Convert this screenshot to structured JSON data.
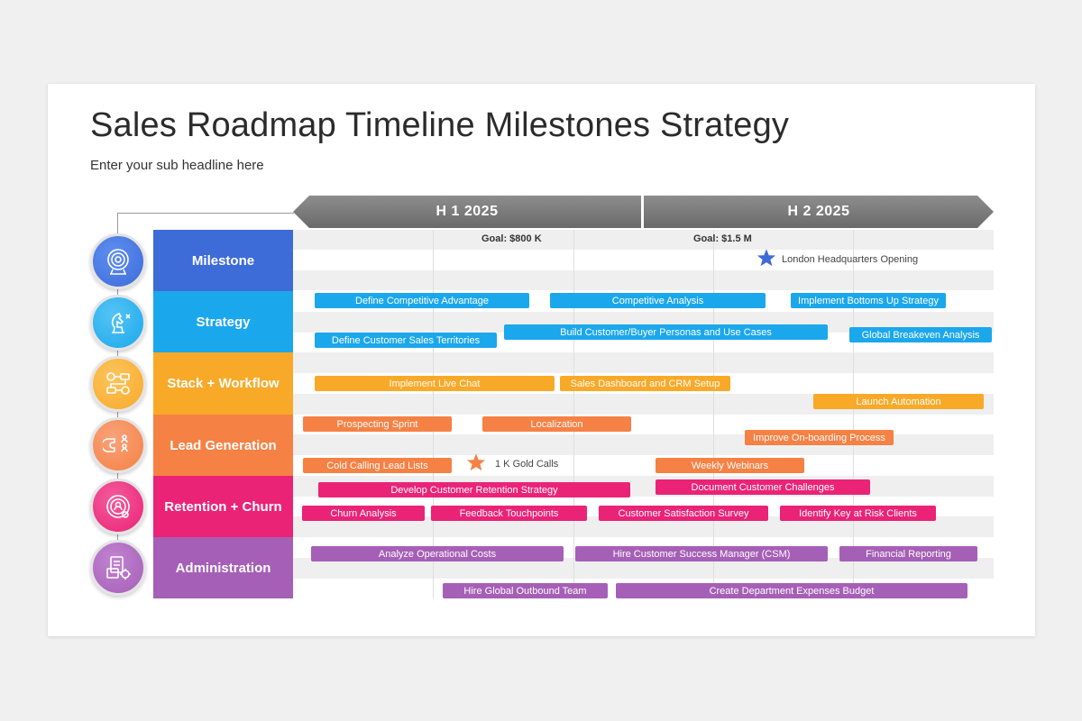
{
  "title": "Sales Roadmap Timeline Milestones Strategy",
  "subtitle": "Enter your sub headline here",
  "phases": [
    "H 1 2025",
    "H 2 2025"
  ],
  "goals": [
    "Goal: $800 K",
    "Goal: $1.5 M"
  ],
  "colors": {
    "milestone": "#3d6bd8",
    "strategy": "#1ba7ec",
    "stack": "#f9a928",
    "lead": "#f58144",
    "retention": "#ea2377",
    "admin": "#a65fb7"
  },
  "categories": [
    {
      "label": "Milestone",
      "icon": "target-icon"
    },
    {
      "label": "Strategy",
      "icon": "chess-knight-icon"
    },
    {
      "label": "Stack + Workflow",
      "icon": "workflow-icon"
    },
    {
      "label": "Lead Generation",
      "icon": "magnet-icon"
    },
    {
      "label": "Retention + Churn",
      "icon": "user-retention-icon"
    },
    {
      "label": "Administration",
      "icon": "document-gear-icon"
    }
  ],
  "milestones": [
    {
      "label": "London Headquarters Opening",
      "icon": "star-icon"
    },
    {
      "label": "1 K Gold Calls",
      "icon": "star-icon"
    }
  ],
  "strategy": {
    "define_advantage": "Define Competitive Advantage",
    "competitive_analysis": "Competitive Analysis",
    "bottoms_up": "Implement Bottoms Up Strategy",
    "personas": "Build Customer/Buyer Personas and Use Cases",
    "territories": "Define Customer Sales Territories",
    "breakeven": "Global Breakeven Analysis"
  },
  "stack": {
    "live_chat": "Implement Live Chat",
    "crm": "Sales Dashboard and CRM Setup",
    "automation": "Launch Automation"
  },
  "lead": {
    "prospecting": "Prospecting Sprint",
    "localization": "Localization",
    "onboarding": "Improve On-boarding Process",
    "cold_calling": "Cold Calling Lead Lists",
    "webinars": "Weekly Webinars"
  },
  "retention": {
    "develop": "Develop Customer Retention Strategy",
    "challenges": "Document Customer Challenges",
    "churn": "Churn Analysis",
    "feedback": "Feedback Touchpoints",
    "survey": "Customer Satisfaction Survey",
    "at_risk": "Identify Key at Risk Clients"
  },
  "admin": {
    "costs": "Analyze Operational Costs",
    "csm": "Hire Customer Success Manager (CSM)",
    "reporting": "Financial Reporting",
    "outbound": "Hire Global Outbound Team",
    "budget": "Create Department Expenses Budget"
  }
}
